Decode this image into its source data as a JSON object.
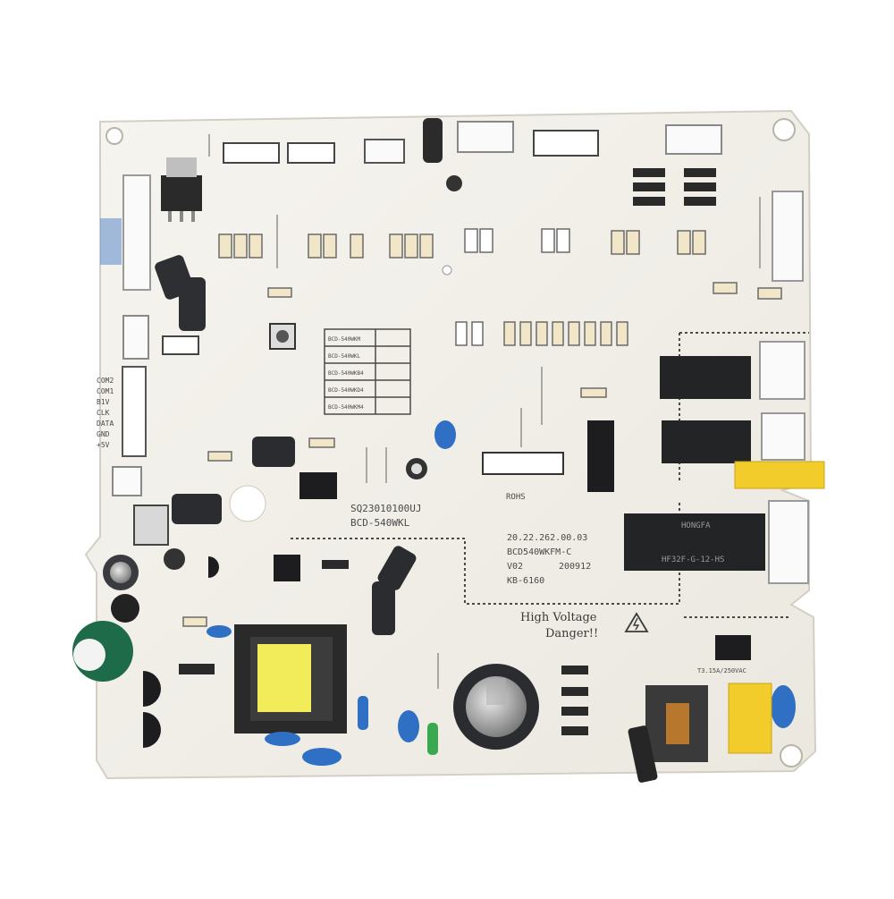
{
  "board": {
    "part_number": "SQ23010100UJ",
    "model_code": "BCD-540WKL",
    "info_block": {
      "date_line": "20.22.262.00.03",
      "model": "BCD540WKFM-C",
      "version": "V02",
      "date": "200912",
      "rating": "KB-6160"
    },
    "warning_line1": "High Voltage",
    "warning_line2": "Danger!!",
    "rohs": "ROHS",
    "relay_brand": "HONGFA",
    "relay_model": "HF32F-G-12-HS",
    "table_rows": [
      "BCD-540WKM",
      "BCD-540WKL",
      "BCD-540WKB4",
      "BCD-540WKD4",
      "BCD-540WKM4"
    ],
    "conn_labels_left": [
      "COM2",
      "COM1",
      "B1V",
      "CLK",
      "DATA",
      "GND",
      "+5V"
    ],
    "fuse_label": "T3.15A/250VAC"
  },
  "colors": {
    "background": "#ffffff",
    "pcb": "#f2f0ea",
    "silkscreen": "#4a4a4a",
    "relay_black": "#222426",
    "capacitor_blue": "#2f6fc4",
    "yellow": "#f2cc2a",
    "transformer_tape": "#f2ec5a"
  },
  "icons": [
    "high-voltage-warning-icon",
    "mounting-hole-icon"
  ]
}
